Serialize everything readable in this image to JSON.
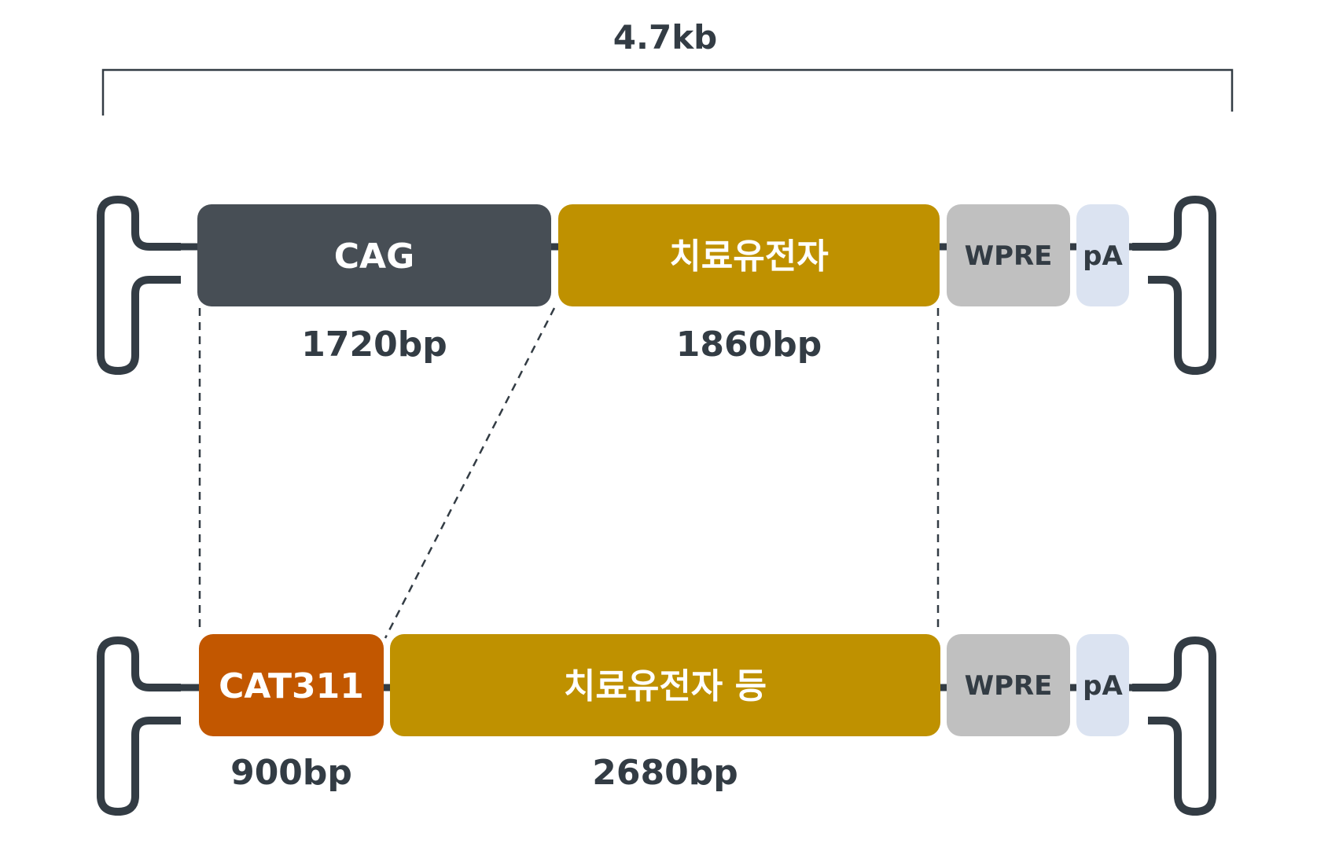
{
  "total_size": "4.7kb",
  "colors": {
    "dark": "#333c44",
    "cag": "#474e55",
    "gene": "#bf9100",
    "cat311": "#c25700",
    "wpre": "#c0c0c0",
    "pa": "#dbe3f1",
    "white": "#ffffff"
  },
  "cassettes": [
    {
      "name": "top-cassette",
      "segments": [
        {
          "id": "cag",
          "label": "CAG",
          "size_label": "1720bp",
          "color_key": "cag",
          "text_color_key": "white"
        },
        {
          "id": "therapeutic-gene",
          "label": "치료유전자",
          "size_label": "1860bp",
          "color_key": "gene",
          "text_color_key": "white"
        },
        {
          "id": "wpre",
          "label": "WPRE",
          "size_label": "",
          "color_key": "wpre",
          "text_color_key": "dark"
        },
        {
          "id": "pa",
          "label": "pA",
          "size_label": "",
          "color_key": "pa",
          "text_color_key": "dark"
        }
      ]
    },
    {
      "name": "bottom-cassette",
      "segments": [
        {
          "id": "cat311",
          "label": "CAT311",
          "size_label": "900bp",
          "color_key": "cat311",
          "text_color_key": "white"
        },
        {
          "id": "therapeutic-gene-etc",
          "label": "치료유전자 등",
          "size_label": "2680bp",
          "color_key": "gene",
          "text_color_key": "white"
        },
        {
          "id": "wpre",
          "label": "WPRE",
          "size_label": "",
          "color_key": "wpre",
          "text_color_key": "dark"
        },
        {
          "id": "pa",
          "label": "pA",
          "size_label": "",
          "color_key": "pa",
          "text_color_key": "dark"
        }
      ]
    }
  ]
}
